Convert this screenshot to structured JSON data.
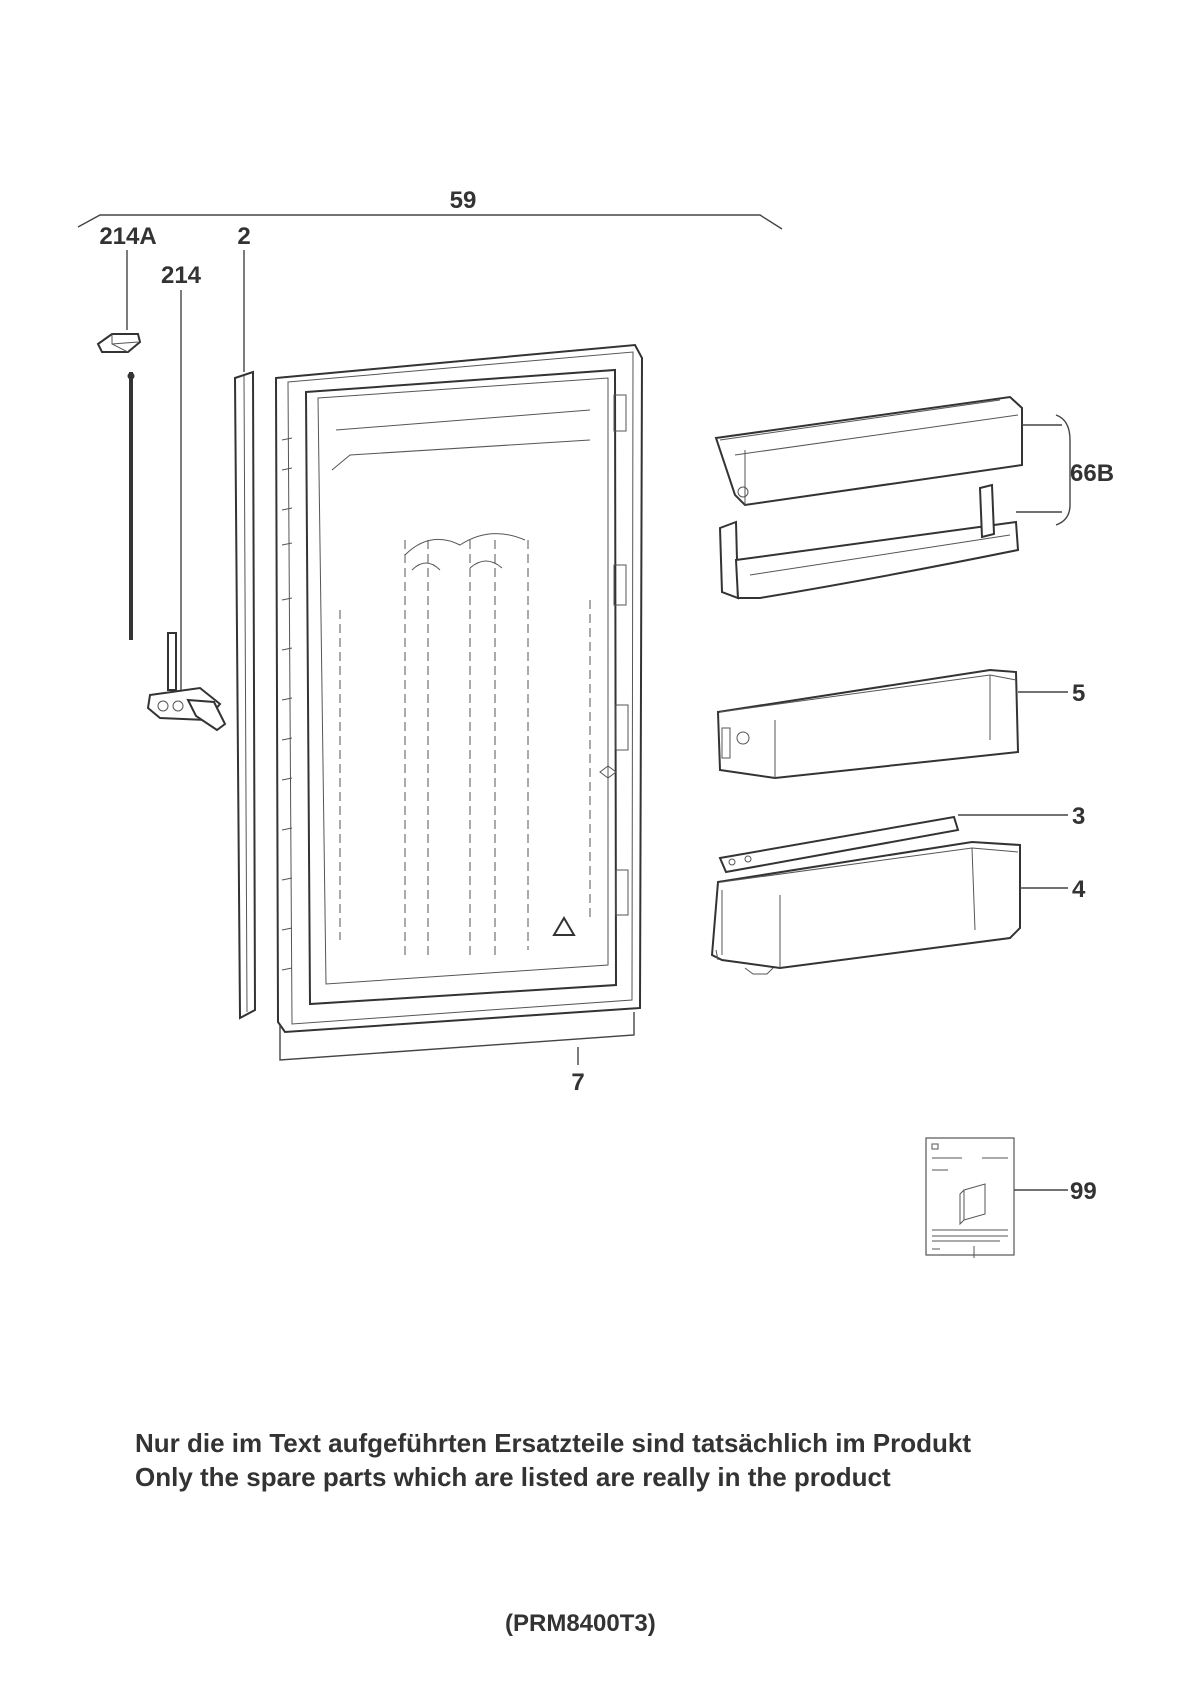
{
  "diagram": {
    "labels": {
      "assembly": "59",
      "part_214A": "214A",
      "part_2": "2",
      "part_214": "214",
      "part_66B": "66B",
      "part_5": "5",
      "part_3": "3",
      "part_4": "4",
      "part_7": "7",
      "part_99": "99"
    },
    "note_de": "Nur die im Text aufgeführten Ersatzteile sind tatsächlich im Produkt",
    "note_en": "Only the spare parts which are listed are really in the product",
    "model": "(PRM8400T3)"
  }
}
